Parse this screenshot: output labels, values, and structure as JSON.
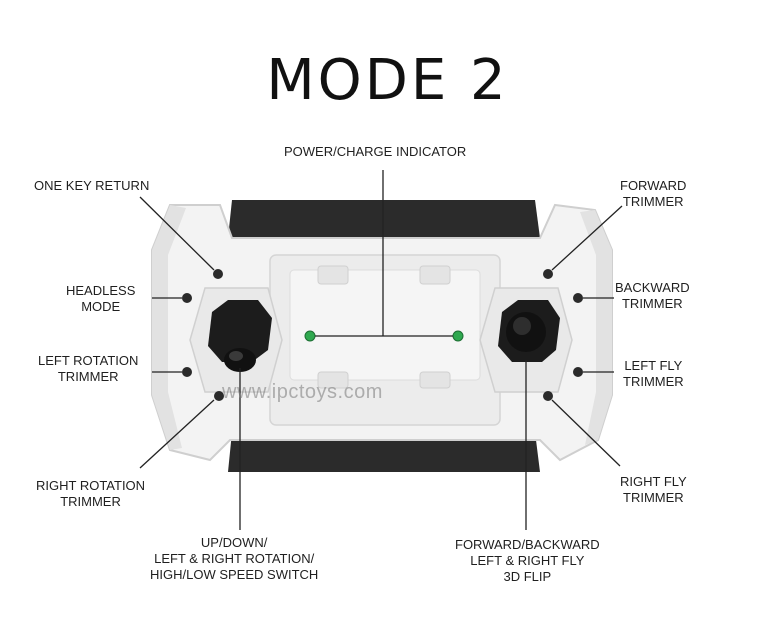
{
  "title": "MODE 2",
  "watermark": "www.ipctoys.com",
  "labels": {
    "power_charge_indicator": "POWER/CHARGE INDICATOR",
    "one_key_return": "ONE KEY RETURN",
    "headless_mode_1": "HEADLESS",
    "headless_mode_2": "MODE",
    "left_rotation_trimmer_1": "LEFT ROTATION",
    "left_rotation_trimmer_2": "TRIMMER",
    "right_rotation_trimmer_1": "RIGHT ROTATION",
    "right_rotation_trimmer_2": "TRIMMER",
    "left_stick_1": "UP/DOWN/",
    "left_stick_2": "LEFT & RIGHT ROTATION/",
    "left_stick_3": "HIGH/LOW SPEED SWITCH",
    "right_stick_1": "FORWARD/BACKWARD",
    "right_stick_2": "LEFT & RIGHT FLY",
    "right_stick_3": "3D FLIP",
    "forward_trimmer_1": "FORWARD",
    "forward_trimmer_2": "TRIMMER",
    "backward_trimmer_1": "BACKWARD",
    "backward_trimmer_2": "TRIMMER",
    "left_fly_trimmer_1": "LEFT FLY",
    "left_fly_trimmer_2": "TRIMMER",
    "right_fly_trimmer_1": "RIGHT FLY",
    "right_fly_trimmer_2": "TRIMMER"
  },
  "colors": {
    "body": "#f2f2f2",
    "body_shadow": "#cfcfcf",
    "grip": "#2b2b2b",
    "stick": "#1c1c1c",
    "indicator": "#2fa84f",
    "leader": "#222222"
  }
}
